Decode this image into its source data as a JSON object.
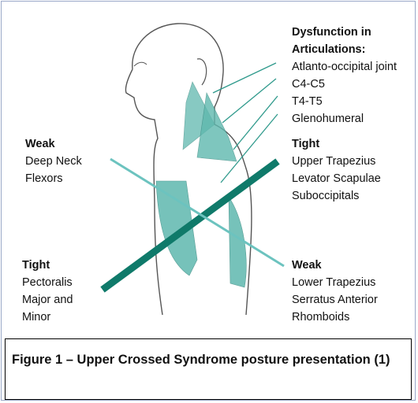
{
  "groups": {
    "dysfunction": {
      "heading": "Dysfunction in Articulations:",
      "heading_line1": "Dysfunction in",
      "heading_line2": "Articulations:",
      "items": [
        "Atlanto-occipital joint",
        "C4-C5",
        "T4-T5",
        "Glenohumeral"
      ]
    },
    "weak_upper": {
      "heading": "Weak",
      "items": [
        "Deep Neck",
        "Flexors"
      ]
    },
    "tight_upper": {
      "heading": "Tight",
      "items": [
        "Upper Trapezius",
        "Levator Scapulae",
        "Suboccipitals"
      ]
    },
    "tight_lower": {
      "heading": "Tight",
      "items": [
        "Pectoralis",
        "Major and",
        "Minor"
      ]
    },
    "weak_lower": {
      "heading": "Weak",
      "items": [
        "Lower Trapezius",
        "Serratus Anterior",
        "Rhomboids"
      ]
    }
  },
  "caption": "Figure 1 – Upper Crossed Syndrome posture presentation (1)",
  "colors": {
    "tight_line": "#0f7a6a",
    "weak_line": "#6cc3bf",
    "muscle": "#5fb8ae",
    "outline": "#555555",
    "pointer_arrows": "#2f9a8c"
  }
}
